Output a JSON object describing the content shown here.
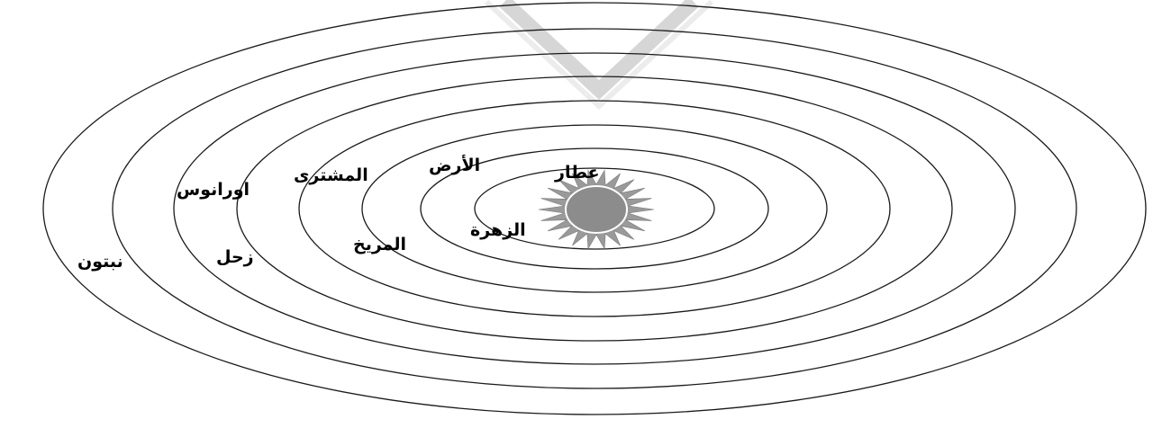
{
  "figure": {
    "center_object": "sun-icon",
    "colors": {
      "orbit_line": "#1a1a1a",
      "sun_fill": "#8c8c8c",
      "sun_rays": "#9a9a9a",
      "background": "#ffffff",
      "watermark": "#c8c8c8"
    }
  },
  "planets": [
    {
      "name": "عطار"
    },
    {
      "name": "الزهرة"
    },
    {
      "name": "الأرض"
    },
    {
      "name": "المريخ"
    },
    {
      "name": "المشترى"
    },
    {
      "name": "زحل"
    },
    {
      "name": "اورانوس"
    },
    {
      "name": "نبتون"
    }
  ]
}
